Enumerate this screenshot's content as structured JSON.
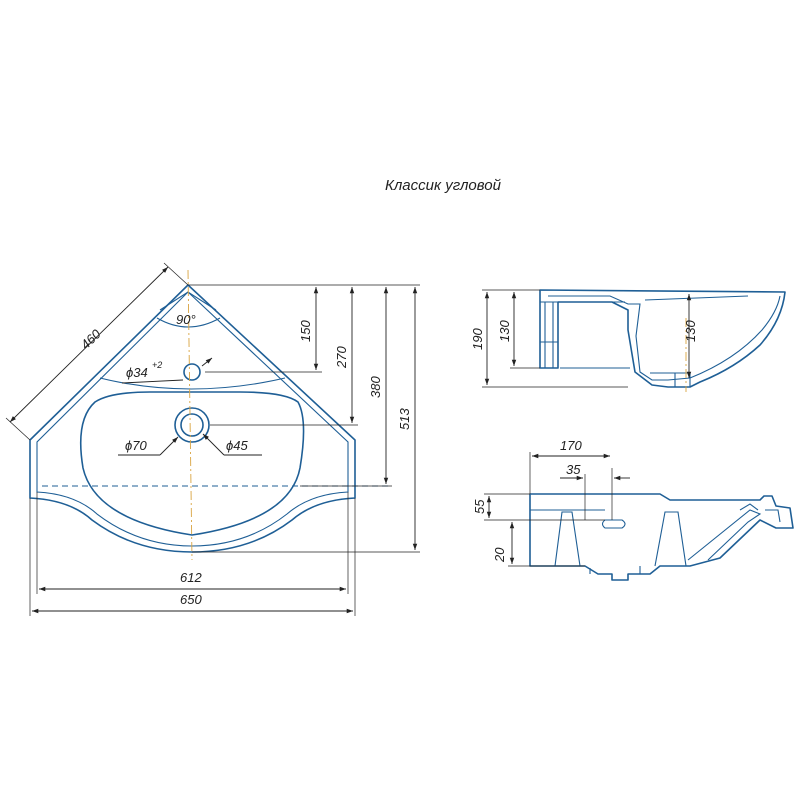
{
  "title": "Классик угловой",
  "plan_view": {
    "dimensions": {
      "diagonal": "460",
      "angle": "90°",
      "d150": "150",
      "d270": "270",
      "d380": "380",
      "d513": "513",
      "width_inner": "612",
      "width_outer": "650"
    },
    "diameters": {
      "tap_hole": "ϕ34",
      "tap_hole_tolerance": "+2",
      "drain_outer": "ϕ70",
      "drain_inner": "ϕ45"
    }
  },
  "side_view": {
    "dimensions": {
      "height": "190",
      "rim_height": "130",
      "bowl_depth": "130"
    }
  },
  "rear_view": {
    "dimensions": {
      "d170": "170",
      "d35": "35",
      "d55": "55",
      "d20": "20"
    }
  }
}
